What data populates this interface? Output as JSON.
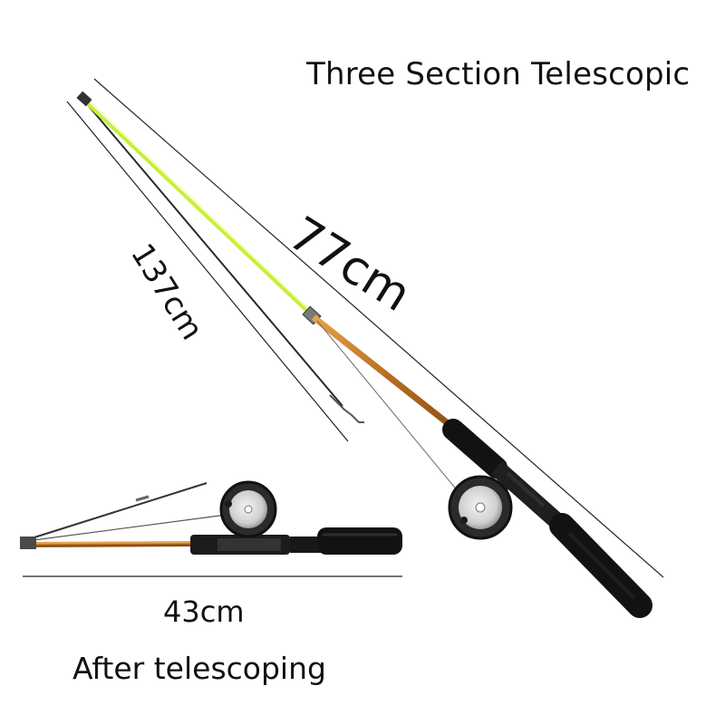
{
  "title": "Three Section Telescopic",
  "dimensions": {
    "extended_rod": "77cm",
    "tip_section": "137cm",
    "collapsed_rod": "43cm"
  },
  "caption": "After telescoping",
  "colors": {
    "tip_section": "#c6f03a",
    "middle_section": "#c9862f",
    "handle_grip": "#121212",
    "reel_body": "#2b2b2b",
    "reel_spool": "#d9d9d9"
  },
  "icons": [
    "fishing-rod-extended-icon",
    "fishing-rod-collapsed-icon",
    "fishing-reel-icon"
  ]
}
